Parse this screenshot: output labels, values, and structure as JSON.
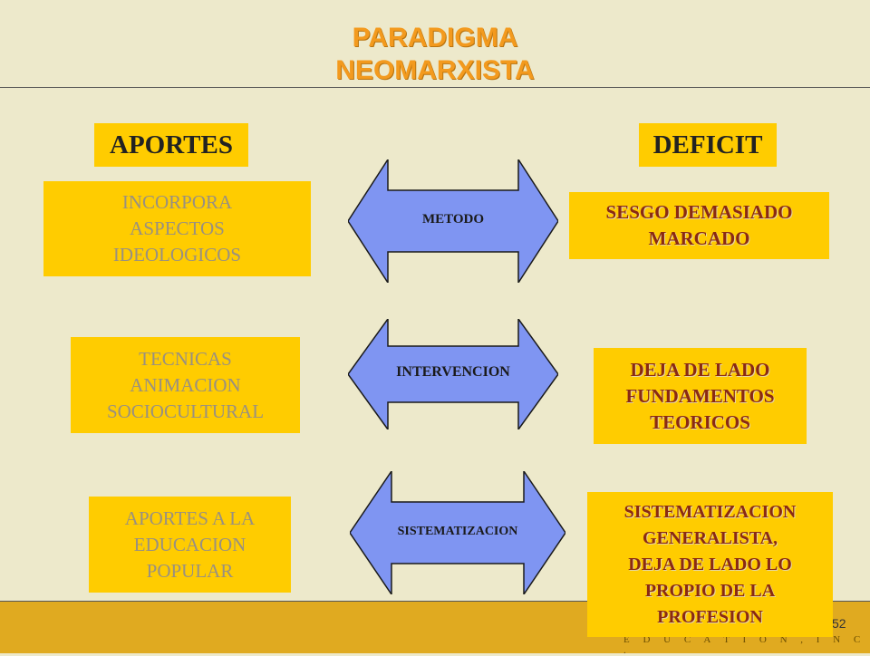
{
  "title": {
    "line1": "PARADIGMA",
    "line2": "NEOMARXISTA"
  },
  "headers": {
    "aportes": "APORTES",
    "deficit": "DEFICIT"
  },
  "rows": [
    {
      "aporte": "INCORPORA\nASPECTOS\nIDEOLOGICOS",
      "arrow": "METODO",
      "deficit": "SESGO DEMASIADO\nMARCADO"
    },
    {
      "aporte": "TECNICAS\nANIMACION\nSOCIOCULTURAL",
      "arrow": "INTERVENCION",
      "deficit": "DEJA DE LADO\nFUNDAMENTOS\nTEORICOS"
    },
    {
      "aporte": "APORTES A LA\nEDUCACION\nPOPULAR",
      "arrow": "SISTEMATIZACION",
      "deficit": "SISTEMATIZACION\nGENERALISTA,\nDEJA DE LADO LO\nPROPIO DE LA\nPROFESION"
    }
  ],
  "footer": {
    "publisher": "E D U C A T I O N ,   I N C .",
    "page": "52"
  },
  "colors": {
    "box": "#ffcc00",
    "arrow_fill": "#7f95f2",
    "title": "#f39a1e",
    "background": "#ede9cb"
  }
}
